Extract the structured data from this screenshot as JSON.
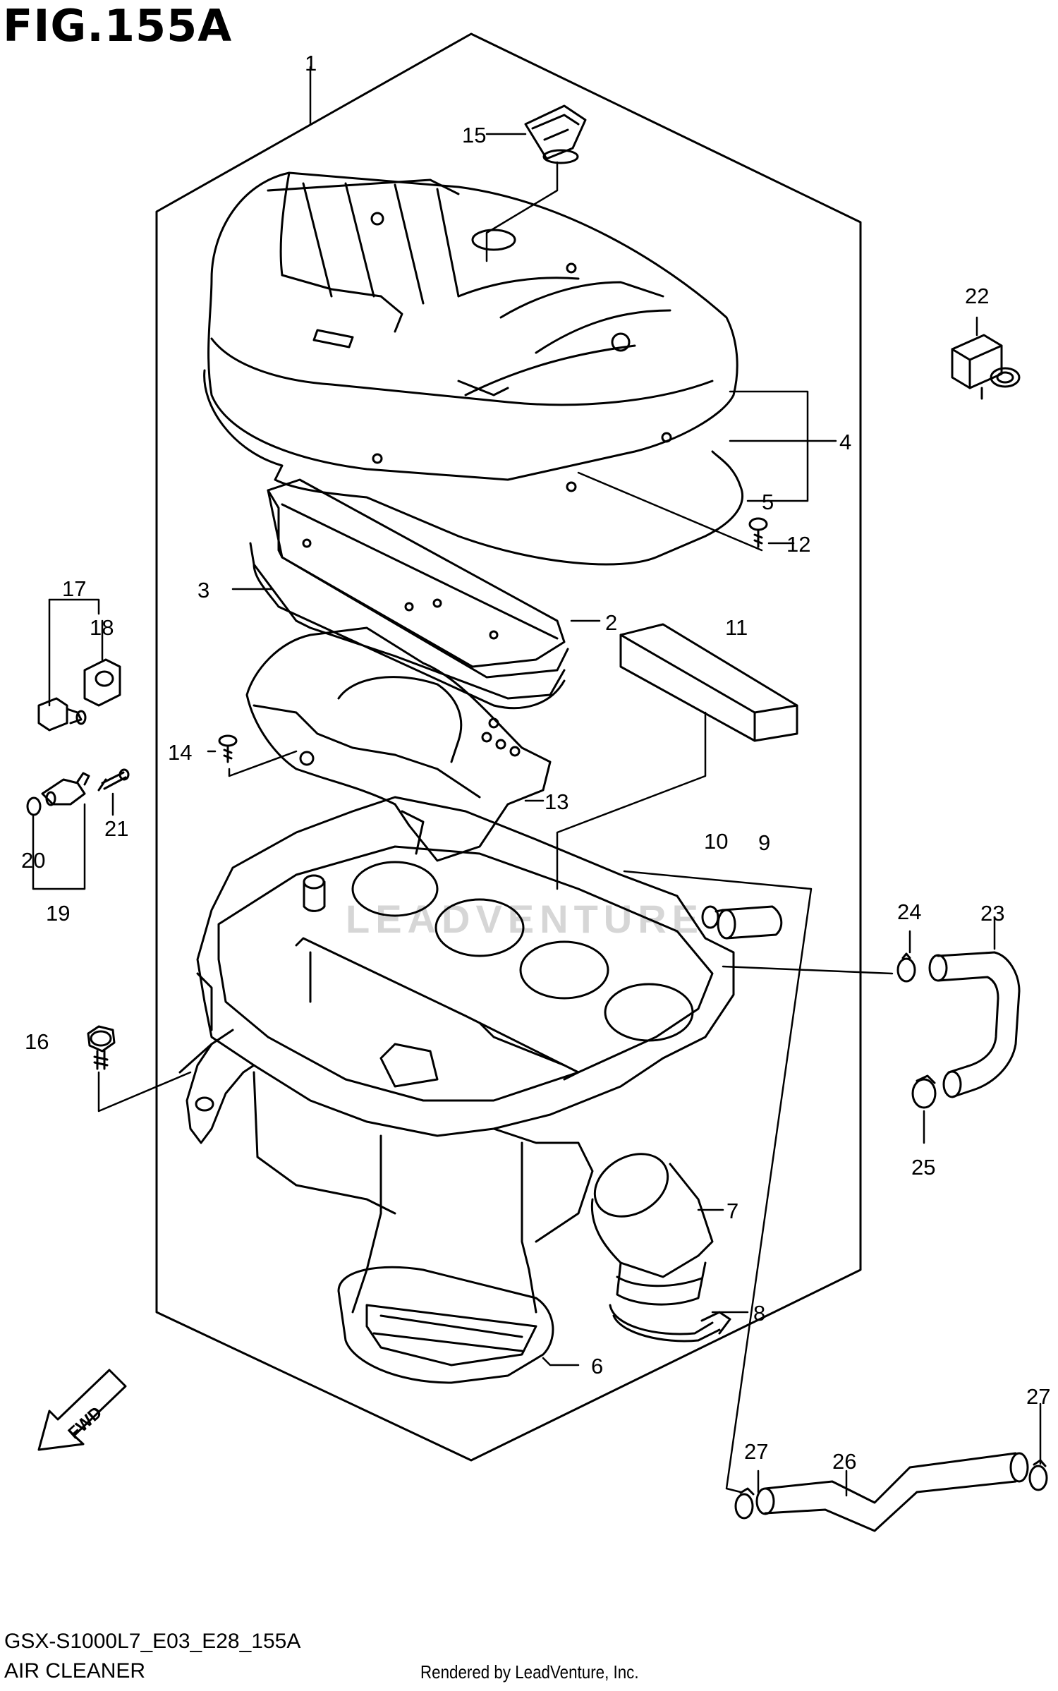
{
  "figure": {
    "title": "FIG.155A",
    "code": "GSX-S1000L7_E03_E28_155A",
    "name": "AIR CLEANER",
    "credit": "Rendered by LeadVenture, Inc.",
    "watermark": "LEADVENTURE",
    "direction_label": "FWD"
  },
  "callouts": {
    "c1": "1",
    "c2": "2",
    "c3": "3",
    "c4": "4",
    "c5": "5",
    "c6": "6",
    "c7": "7",
    "c8": "8",
    "c9": "9",
    "c10": "10",
    "c11": "11",
    "c12": "12",
    "c13": "13",
    "c14": "14",
    "c15": "15",
    "c16": "16",
    "c17": "17",
    "c18": "18",
    "c19": "19",
    "c20": "20",
    "c21": "21",
    "c22": "22",
    "c23": "23",
    "c24": "24",
    "c25": "25",
    "c26": "26",
    "c27a": "27",
    "c27b": "27"
  },
  "colors": {
    "line": "#000000",
    "background": "#ffffff",
    "watermark": "#d6d6d6"
  }
}
